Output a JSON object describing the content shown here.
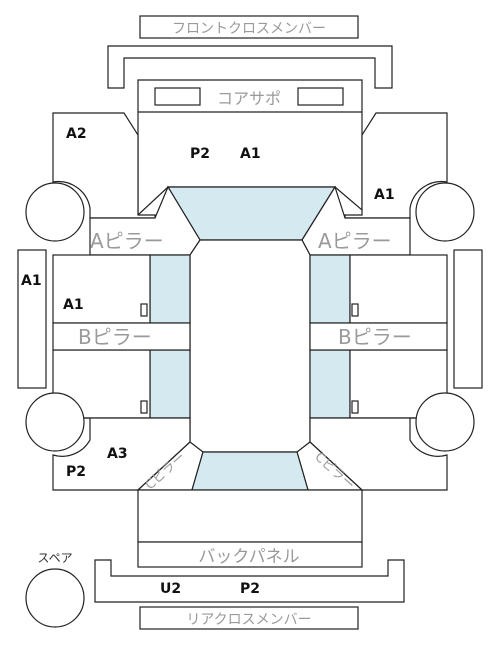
{
  "labels": {
    "front_cross_member": "フロントクロスメンバー",
    "core_support": "コアサポ",
    "a_pillar_left": "Aピラー",
    "a_pillar_right": "Aピラー",
    "b_pillar_left": "Bピラー",
    "b_pillar_right": "Bピラー",
    "c_pillar_left": "Cピラー",
    "c_pillar_right": "Cピラー",
    "back_panel": "バックパネル",
    "rear_cross_member": "リアクロスメンバー",
    "spare": "スペア"
  },
  "codes": {
    "core_support_p2": "P2",
    "core_support_a1": "A1",
    "front_left_fender": "A2",
    "front_right_fender": "A1",
    "left_side_member": "A1",
    "left_front_door": "A1",
    "rear_left_quarter_a3": "A3",
    "rear_left_quarter_p2": "P2",
    "rear_member_u2": "U2",
    "rear_member_p2": "P2"
  },
  "colors": {
    "glass": "#d4e9f0",
    "outline": "#222222",
    "label_text": "#9a9a9a"
  }
}
